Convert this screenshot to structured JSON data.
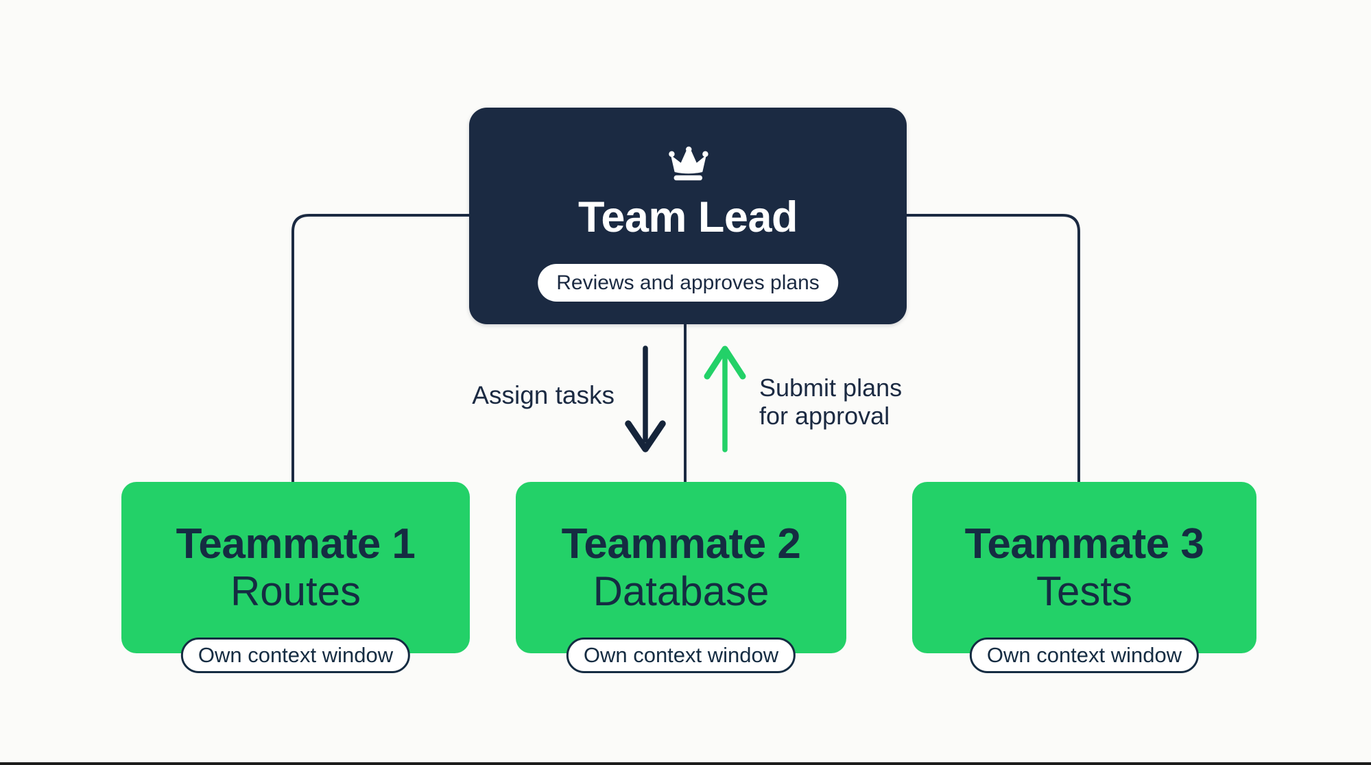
{
  "colors": {
    "background": "#fbfbf9",
    "navy": "#1b2a42",
    "navy-deep": "#15243a",
    "green": "#23d168",
    "text-dark": "#152c42",
    "white": "#ffffff",
    "edge-line": "#1c1c1c"
  },
  "lead": {
    "title": "Team Lead",
    "badge": "Reviews and approves plans",
    "icon": "crown"
  },
  "edges": {
    "assign_label": "Assign tasks",
    "submit_line1": "Submit plans",
    "submit_line2": "for approval"
  },
  "teammates": [
    {
      "title": "Teammate 1",
      "subtitle": "Routes",
      "badge": "Own context window"
    },
    {
      "title": "Teammate 2",
      "subtitle": "Database",
      "badge": "Own context window"
    },
    {
      "title": "Teammate 3",
      "subtitle": "Tests",
      "badge": "Own context window"
    }
  ]
}
